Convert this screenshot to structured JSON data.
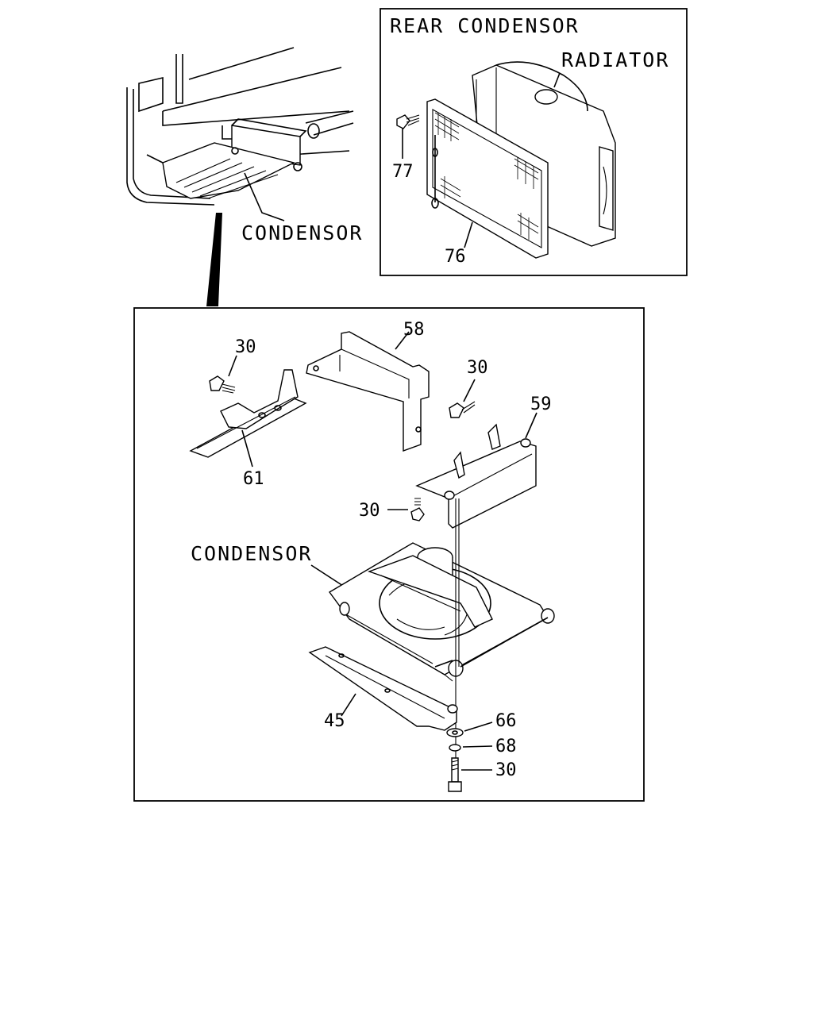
{
  "labels": {
    "rear_title": "REAR CONDENSOR",
    "radiator": "RADIATOR",
    "condensor_top": "CONDENSOR",
    "condensor_main": "CONDENSOR"
  },
  "callouts": {
    "p77": "77",
    "p76": "76",
    "p58": "58",
    "p30_a": "30",
    "p30_b": "30",
    "p59": "59",
    "p61": "61",
    "p30_c": "30",
    "p45": "45",
    "p66": "66",
    "p68": "68",
    "p30_d": "30"
  }
}
